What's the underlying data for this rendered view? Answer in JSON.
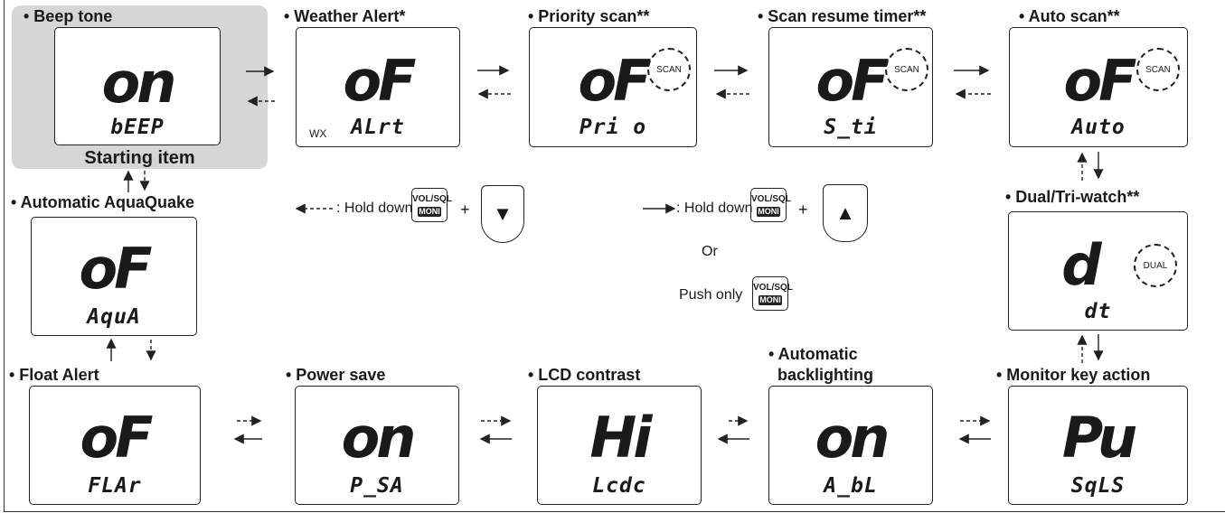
{
  "screens": {
    "beep": {
      "title": "• Beep tone",
      "big": "on",
      "small": "bEEP"
    },
    "weather": {
      "title": "• Weather Alert*",
      "big": "oF",
      "small": "ALrt",
      "badge": "WX"
    },
    "priority": {
      "title": "• Priority scan**",
      "big": "oF",
      "small": "Pri o",
      "badge": "SCAN"
    },
    "resume": {
      "title": "• Scan resume timer**",
      "big": "oF",
      "small": "S_ti",
      "badge": "SCAN"
    },
    "auto": {
      "title": "• Auto scan**",
      "big": "oF",
      "small": "Auto",
      "badge": "SCAN"
    },
    "dual": {
      "title": "• Dual/Tri-watch**",
      "big": "d",
      "small": "dt",
      "badge": "DUAL"
    },
    "monitor": {
      "title": "• Monitor key action",
      "big": "Pu",
      "small": "SqLS"
    },
    "backlight": {
      "title": "• Automatic\nbacklighting",
      "title1": "• Automatic",
      "title2": "backlighting",
      "big": "on",
      "small": "A_bL"
    },
    "contrast": {
      "title": "• LCD contrast",
      "big": "Hi",
      "small": "Lcdc"
    },
    "power": {
      "title": "• Power save",
      "big": "on",
      "small": "P_SA"
    },
    "float": {
      "title": "• Float Alert",
      "big": "oF",
      "small": "FLAr"
    },
    "aqua": {
      "title": "• Automatic AquaQuake",
      "big": "oF",
      "small": "AquA"
    }
  },
  "starting_item": "Starting item",
  "legend": {
    "back_hold": ": Hold down",
    "fwd_hold": ": Hold down",
    "or": "Or",
    "push_only": "Push only",
    "plus": "+",
    "key_top": "VOL/SQL",
    "key_bottom": "MONI"
  }
}
